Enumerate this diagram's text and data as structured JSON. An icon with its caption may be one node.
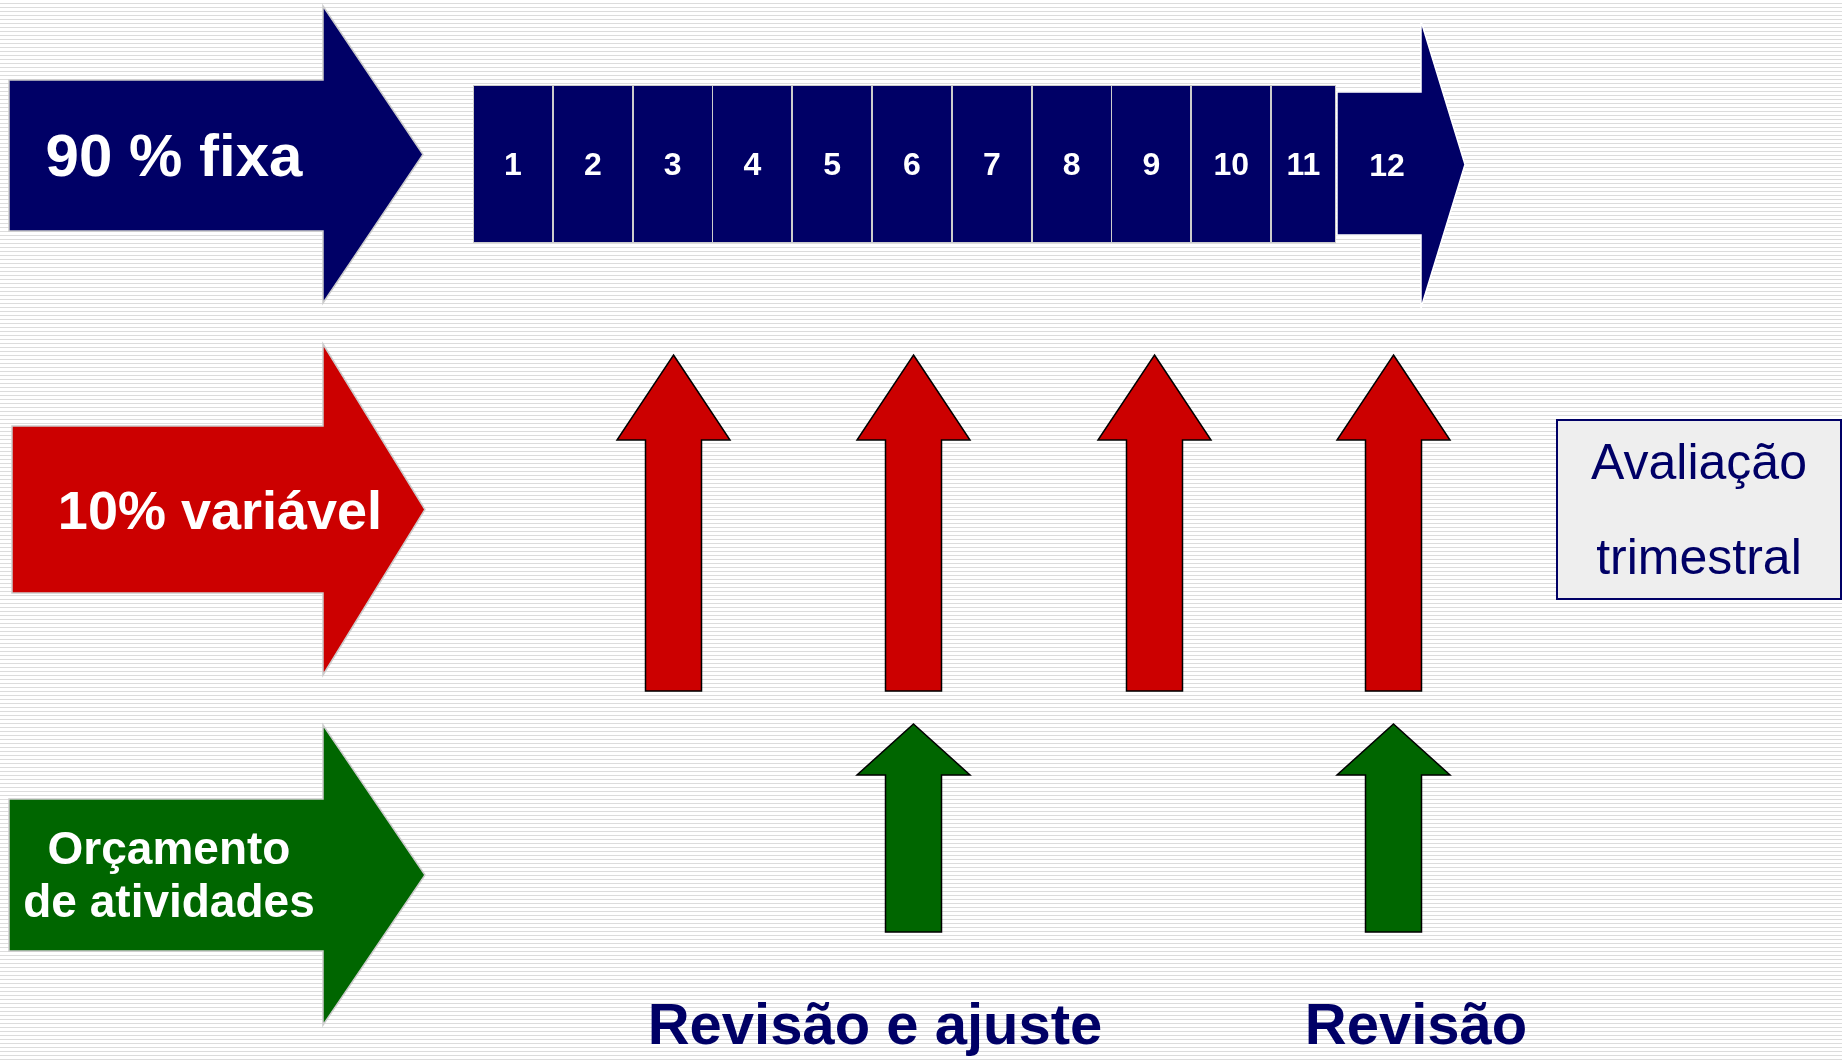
{
  "diagram": {
    "nodes": [
      {
        "text": [
          "90 % fixa"
        ]
      },
      {
        "text": [
          "1"
        ]
      },
      {
        "text": [
          "2"
        ]
      },
      {
        "text": [
          "3"
        ]
      },
      {
        "text": [
          "4"
        ]
      },
      {
        "text": [
          "5"
        ]
      },
      {
        "text": [
          "6"
        ]
      },
      {
        "text": [
          "7"
        ]
      },
      {
        "text": [
          "8"
        ]
      },
      {
        "text": [
          "9"
        ]
      },
      {
        "text": [
          "10"
        ]
      },
      {
        "text": [
          "11"
        ]
      },
      {
        "text": [
          "12"
        ]
      },
      {
        "text": [
          "10% variável"
        ]
      },
      {
        "text": [],
        "shape": "arrow"
      },
      {
        "text": [],
        "shape": "arrow"
      },
      {
        "text": [],
        "shape": "arrow"
      },
      {
        "text": [],
        "shape": "arrow"
      },
      {
        "text": [
          "Avaliação trimestral"
        ]
      },
      {
        "text": [
          "Orçamento de atividades"
        ]
      },
      {
        "text": [],
        "shape": "arrow"
      },
      {
        "text": [],
        "shape": "arrow"
      }
    ],
    "labels": [
      "Revisão e ajuste",
      "Revisão"
    ]
  }
}
